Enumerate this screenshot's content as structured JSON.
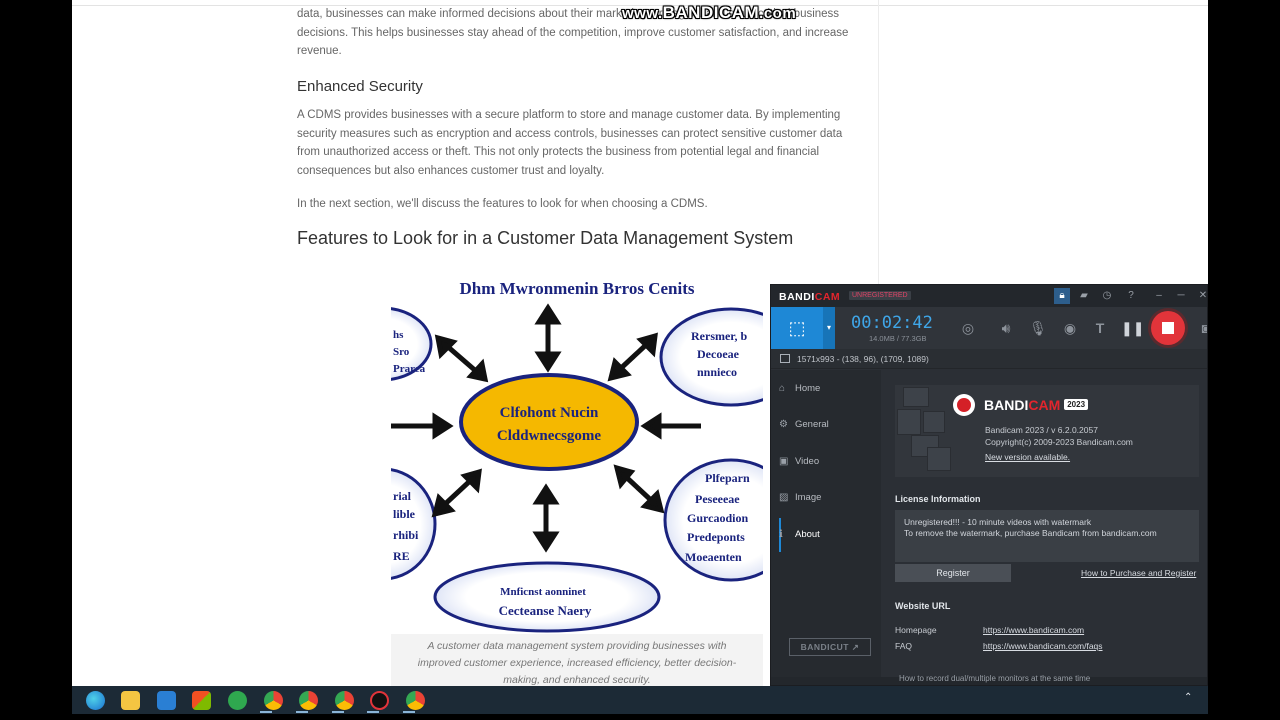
{
  "article": {
    "para1": "data, businesses can make informed decisions about their marketing strategies, and other critical business decisions. This helps businesses stay ahead of the competition, improve customer satisfaction, and increase revenue.",
    "heading_security": "Enhanced Security",
    "para2": "A CDMS provides businesses with a secure platform to store and manage customer data. By implementing security measures such as encryption and access controls, businesses can protect sensitive customer data from unauthorized access or theft. This not only protects the business from potential legal and financial consequences but also enhances customer trust and loyalty.",
    "para3": "In the next section, we'll discuss the features to look for when choosing a CDMS.",
    "heading_features": "Features to Look for in a Customer Data Management System",
    "figure": {
      "title": "Dhm Mwronmenin Brros Cenits",
      "center_line1": "Clfohont Nucin",
      "center_line2": "Clddwnecsgome",
      "top_right": [
        "Rersmer, b",
        "Decoeae",
        "nnnieco"
      ],
      "left_top": [
        "hs",
        "Sro",
        "Prarea"
      ],
      "left_bottom": [
        "rial",
        "lible",
        "rhibi",
        "RE"
      ],
      "right_bottom": [
        "Plfeparn",
        "Peseeeae",
        "Gurcaodion",
        "Predeponts",
        "Moeaenten"
      ],
      "bottom": [
        "Mnficnst  aonninet",
        "Cecteanse Naery"
      ]
    },
    "caption": "A customer data management system providing businesses with improved customer experience, increased efficiency, better decision-making, and enhanced security."
  },
  "watermark": {
    "prefix": "www.",
    "brand": "BANDICAM",
    "suffix": ".com"
  },
  "bandicam": {
    "logo_main": "BANDI",
    "logo_accent": "CAM",
    "unregistered_badge": "UNREGISTERED",
    "timer": "00:02:42",
    "file_size": "14.0MB / 77.3GB",
    "area_text": "1571x993 - (138, 96), (1709, 1089)",
    "nav": [
      {
        "label": "Home",
        "icon": "home-icon",
        "glyph": "⌂"
      },
      {
        "label": "General",
        "icon": "gear-icon",
        "glyph": "⚙"
      },
      {
        "label": "Video",
        "icon": "video-icon",
        "glyph": "▣"
      },
      {
        "label": "Image",
        "icon": "image-icon",
        "glyph": "▨"
      },
      {
        "label": "About",
        "icon": "info-icon",
        "glyph": "ℹ"
      }
    ],
    "bandicut_label": "BANDICUT ↗",
    "brand_main": "BANDI",
    "brand_accent": "CAM",
    "brand_year": "2023",
    "version": "Bandicam 2023 / v 6.2.0.2057",
    "copyright": "Copyright(c) 2009-2023 Bandicam.com",
    "new_version": "New version available.",
    "license_heading": "License Information",
    "license_line1": "Unregistered!!! - 10 minute videos with watermark",
    "license_line2": "To remove the watermark, purchase Bandicam from bandicam.com",
    "register_button": "Register",
    "howto_link": "How to Purchase and Register",
    "website_heading": "Website URL",
    "homepage_label": "Homepage",
    "homepage_url": "https://www.bandicam.com",
    "faq_label": "FAQ",
    "faq_url": "https://www.bandicam.com/faqs",
    "bottom_tip": "How to record dual/multiple monitors at the same time"
  },
  "colors": {
    "accent_blue": "#1e88d6",
    "record_red": "#e2343a",
    "brand_red": "#e2252d",
    "diagram_yellow": "#f5b800",
    "diagram_navy": "#1a237e"
  }
}
